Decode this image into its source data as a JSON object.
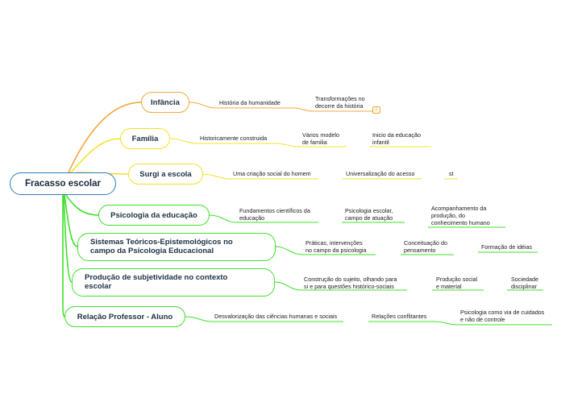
{
  "root": {
    "label": "Fracasso escolar"
  },
  "colors": {
    "orange": "#f3a73b",
    "yellow": "#f4e12a",
    "green": "#3fe02a",
    "root_border": "#2e7cc0"
  },
  "branches": [
    {
      "label": "Infância",
      "children": [
        "História da humanidade",
        "Transformações no\ndecorre da história"
      ],
      "badge": "!"
    },
    {
      "label": "Família",
      "children": [
        "Historicamente construida",
        "Vários modelo\nde familia",
        "Inicio da educação\ninfantil"
      ]
    },
    {
      "label": "Surgi a escola",
      "children": [
        "Uma criação social do homem",
        "Universalização do acesso",
        "st"
      ]
    },
    {
      "label": "Psicologia da educação",
      "children": [
        "Fundamentos científicos da\neducação",
        "Psicologia escolar,\ncampo de atuação",
        "Acompanhamento da\nprodução, do\nconhecimento humano"
      ]
    },
    {
      "label": "Sistemas Teóricos-Epistemológicos no\ncampo da Psicologia Educacional",
      "children": [
        "Práticas, intervenções\nno campo da psicologia",
        "Conceituação do\npensamento",
        "Formação de idéias"
      ]
    },
    {
      "label": "Produção de subjetividade no contexto\nescolar",
      "children": [
        "Construção do sujeito, olhando para\nsi e para questões histórico-sociais",
        "Produção social\ne material",
        "Sociedade\ndisciplinar"
      ]
    },
    {
      "label": "Relação Professor - Aluno",
      "children": [
        "Desvalorização das ciências humanas e sociais",
        "Relações conflitantes",
        "Psicologia como via de cuidados\ne não de controle"
      ]
    }
  ]
}
